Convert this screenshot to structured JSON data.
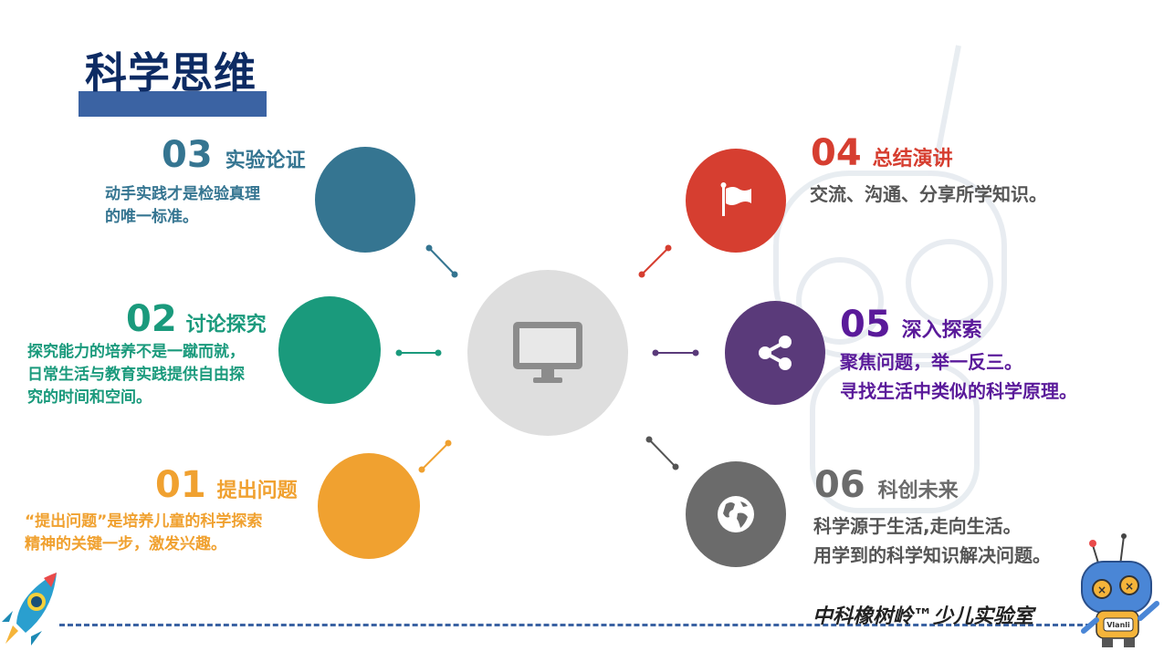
{
  "title": "科学思维",
  "items": [
    {
      "num": "01",
      "head": "提出问题",
      "desc": [
        "“提出问题”是培养儿童的科学探索",
        "精神的关键一步，激发兴趣。"
      ],
      "color": "#f0a130"
    },
    {
      "num": "02",
      "head": "讨论探究",
      "desc": [
        "探究能力的培养不是一蹴而就，",
        "日常生活与教育实践提供自由探",
        "究的时间和空间。"
      ],
      "color": "#1a9a7c"
    },
    {
      "num": "03",
      "head": "实验论证",
      "desc": [
        "动手实践才是检验真理",
        "的唯一标准。"
      ],
      "color": "#357591"
    },
    {
      "num": "04",
      "head": "总结演讲",
      "desc": [
        "交流、沟通、分享所学知识。"
      ],
      "color": "#d63e30"
    },
    {
      "num": "05",
      "head": "深入探索",
      "desc": [
        "聚焦问题，举一反三。",
        "寻找生活中类似的科学原理。"
      ],
      "color": "#5a3a7a"
    },
    {
      "num": "06",
      "head": "科创未来",
      "desc": [
        "科学源于生活,走向生活。",
        "用学到的科学知识解决问题。"
      ],
      "color": "#6b6b6b"
    }
  ],
  "footer": {
    "text": "中科橡树岭™少儿实验室",
    "robot_label": "Vlanli"
  },
  "icons": {
    "center": "monitor-icon",
    "i04": "flag-icon",
    "i05": "share-icon",
    "i06": "globe-icon"
  }
}
